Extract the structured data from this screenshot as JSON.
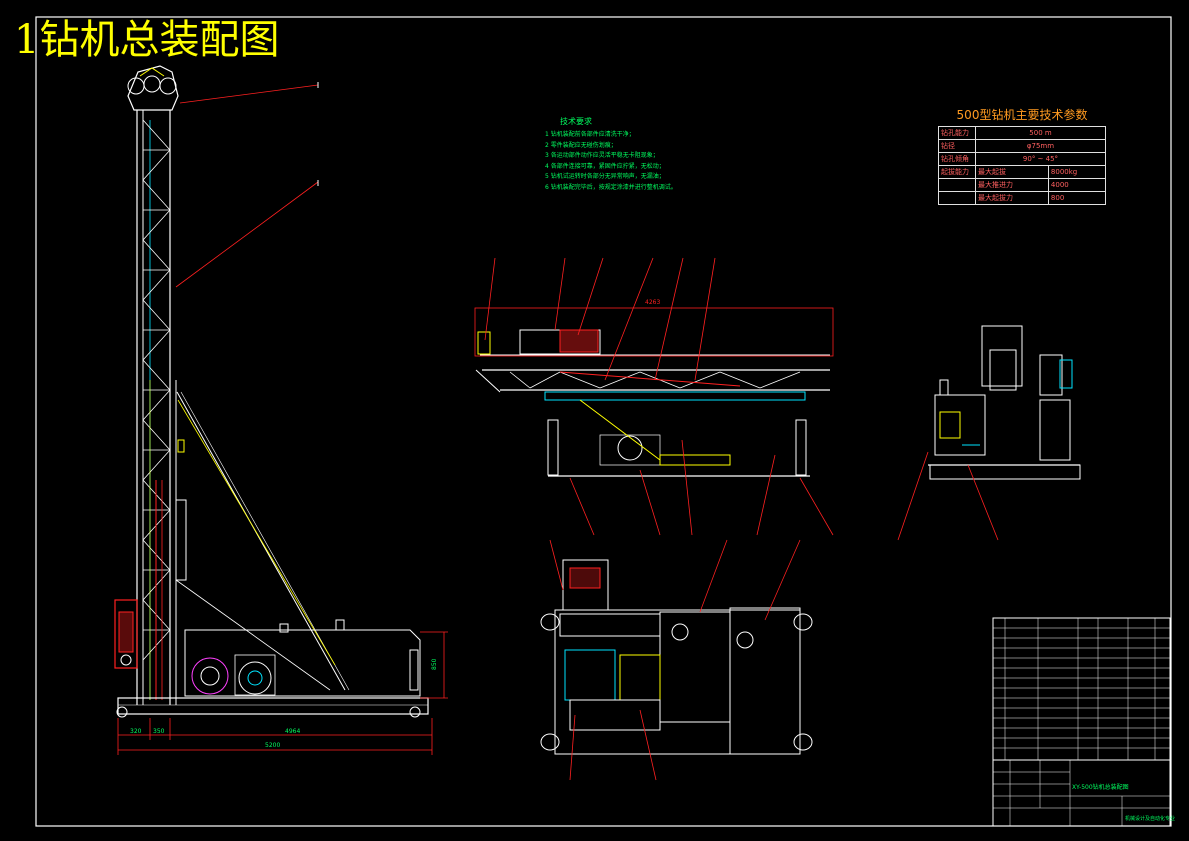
{
  "drawing_title": "1钻机总装配图",
  "params": {
    "heading": "500型钻机主要技术参数",
    "rows": [
      {
        "label": "钻孔能力",
        "value": "500 m"
      },
      {
        "label": "钻径",
        "value": "φ75mm"
      },
      {
        "label": "钻孔倾角",
        "value": "90° ~ 45°"
      },
      {
        "label": "起拔能力",
        "sub": "最大起拔",
        "value": "8000kg"
      },
      {
        "label": "",
        "sub": "最大推进力",
        "value": "4000"
      },
      {
        "label": "",
        "sub": "最大起拔力",
        "value": "800"
      }
    ]
  },
  "tech": {
    "heading": "技术要求",
    "items": [
      "1  钻机装配前各部件应清洗干净；",
      "2  零件装配应无碰伤划痕；",
      "3  各运动部件动作应灵活平稳无卡阻现象；",
      "4  各部件连接可靠，紧固件应拧紧，无松动；",
      "5  钻机试运转时各部分无异常响声，无漏油；",
      "6  钻机装配完毕后，按规定涂漆并进行整机调试。"
    ]
  },
  "dims": {
    "base_length": "4964",
    "overall_length": "5200",
    "left_a": "320",
    "left_b": "350",
    "height": "850",
    "plan_width": "4263"
  },
  "title_block": {
    "name": "XY-500钻机总装配图",
    "company": "机械设计及自动化专业"
  },
  "colors": {
    "frame": "#ffffff",
    "structure": "#ffffff",
    "leaders": "#ff2020",
    "green": "#00ff60",
    "yellow": "#ffff00",
    "cyan": "#00e5ff",
    "magenta": "#ff40ff"
  }
}
